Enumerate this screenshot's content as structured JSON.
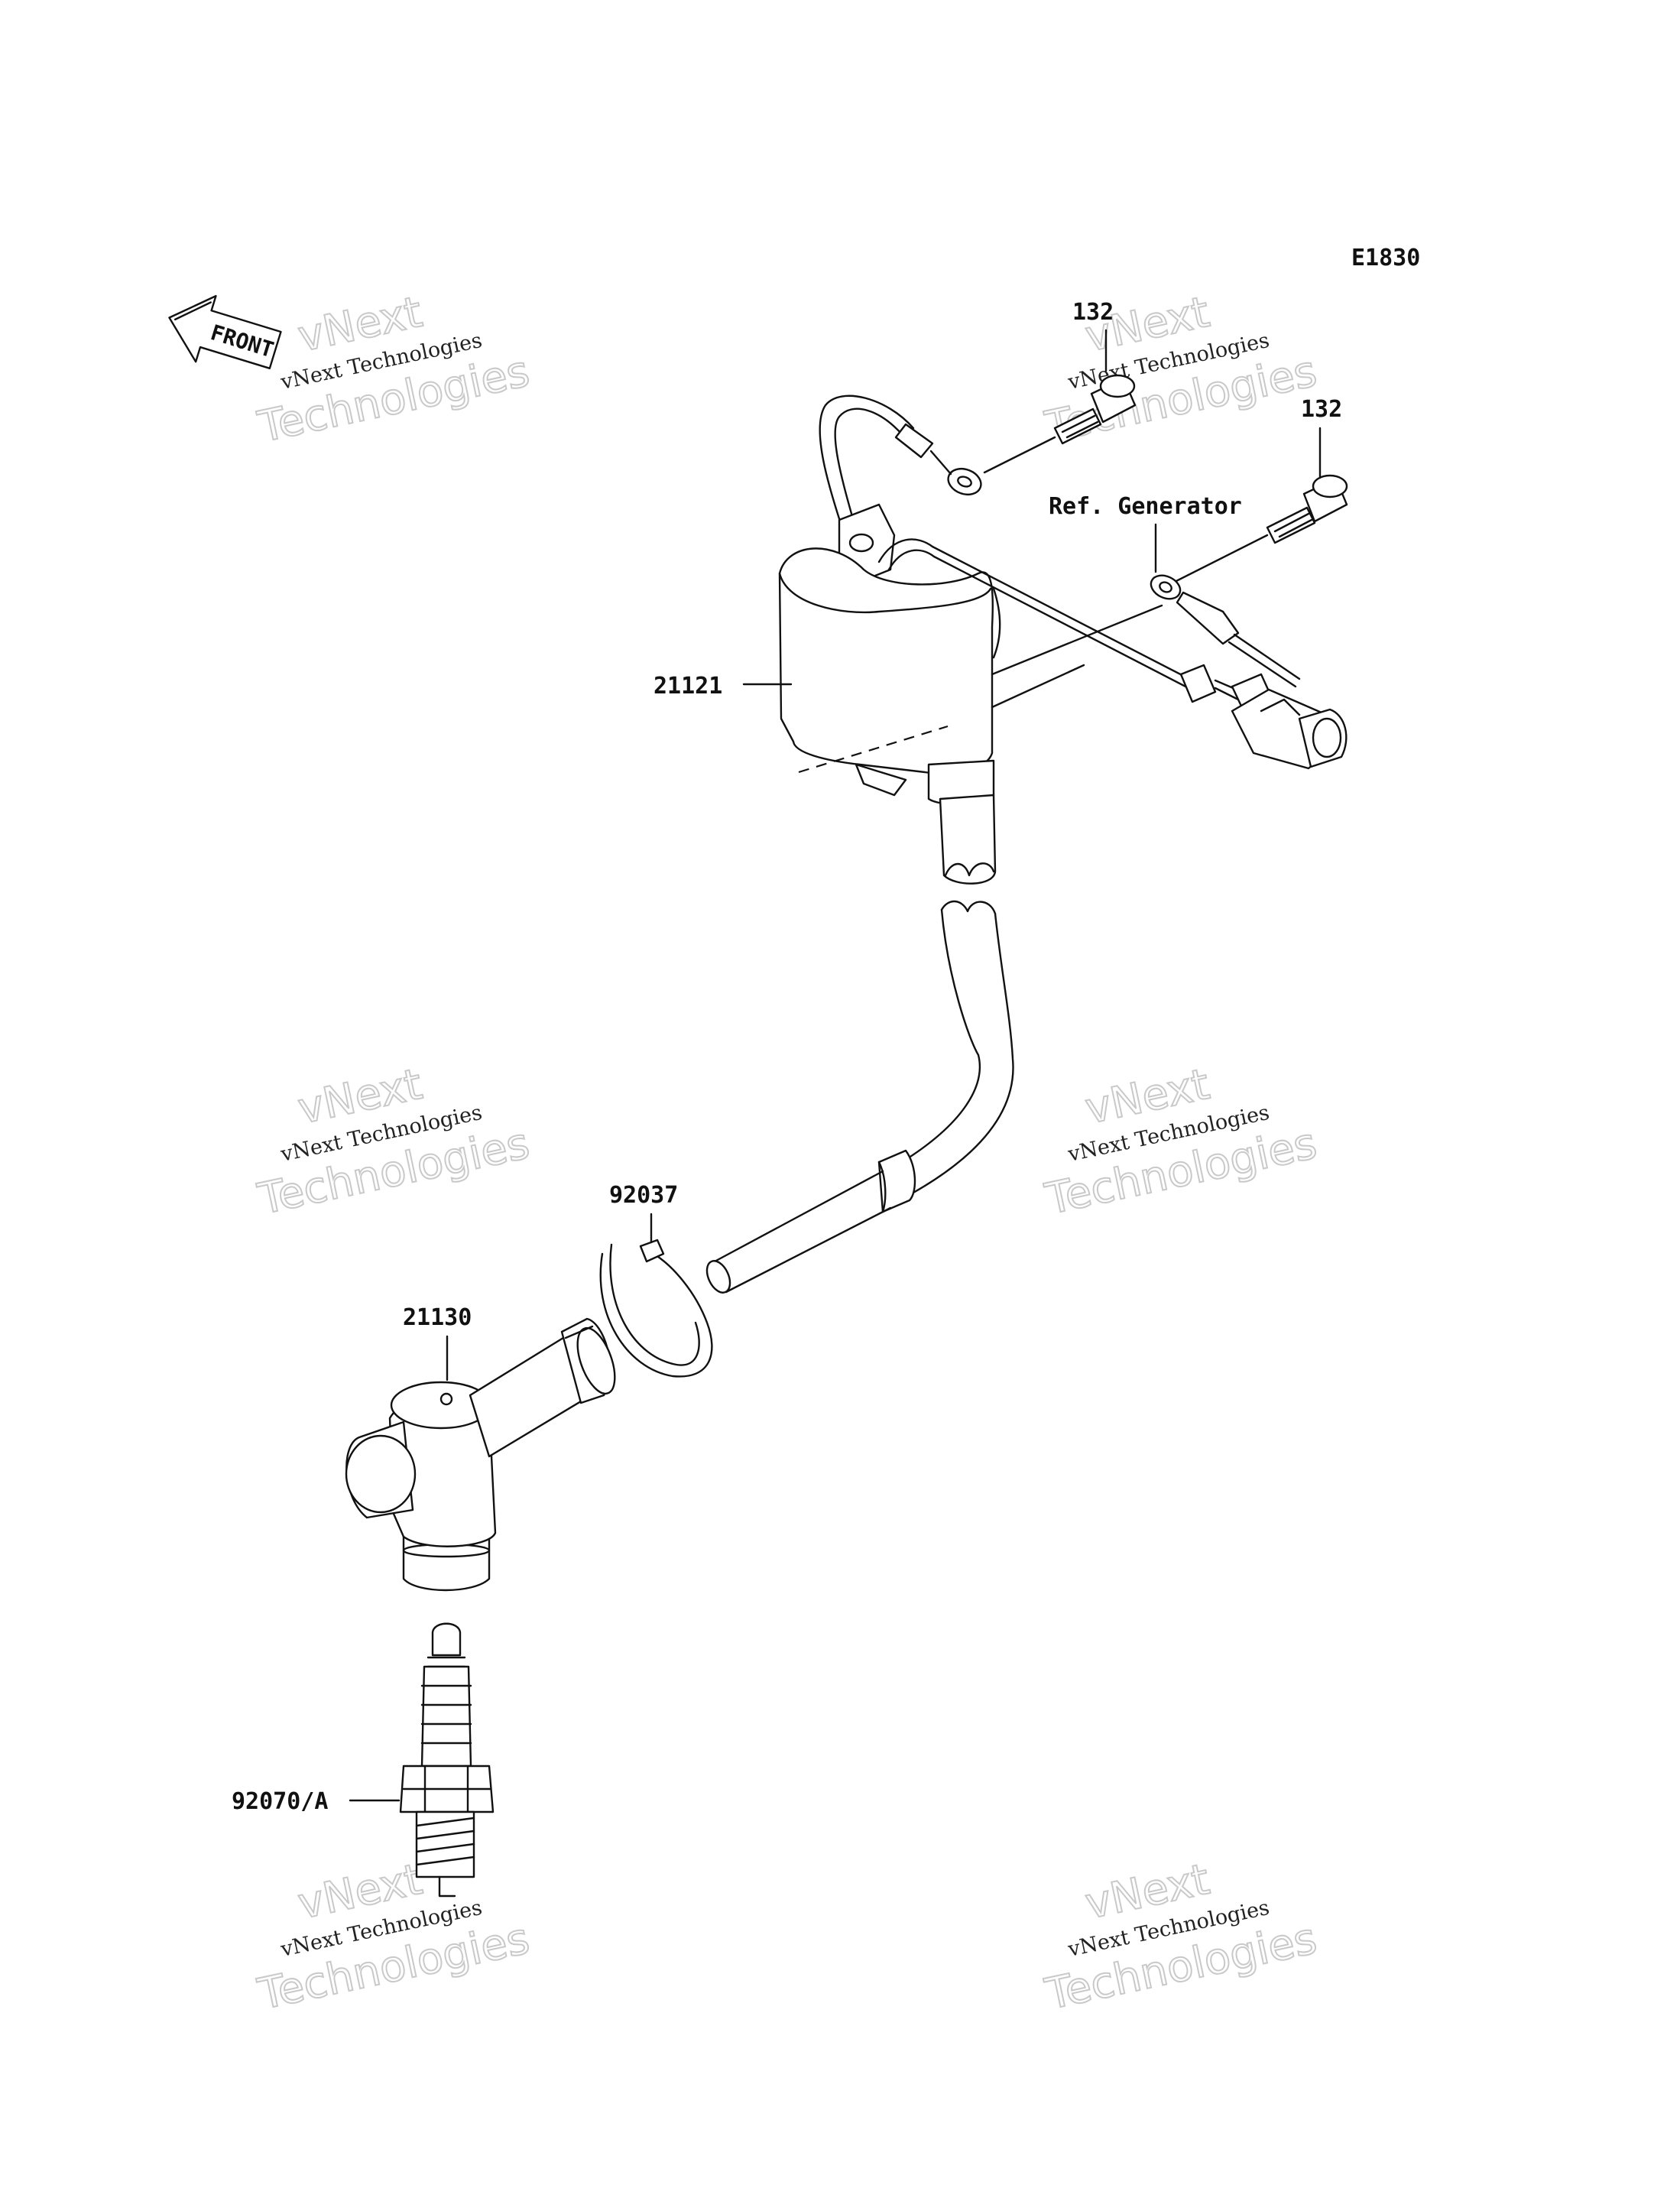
{
  "diagram_code": "E1830",
  "front_label": "FRONT",
  "watermark": {
    "line1": "vNext",
    "line2": "vNext Technologies",
    "line3": "Technologies"
  },
  "callouts": {
    "bolt_upper": "132",
    "bolt_lower": "132",
    "ref_generator": "Ref. Generator",
    "ignition_coil": "21121",
    "clamp": "92037",
    "plug_cap": "21130",
    "spark_plug": "92070/A"
  }
}
